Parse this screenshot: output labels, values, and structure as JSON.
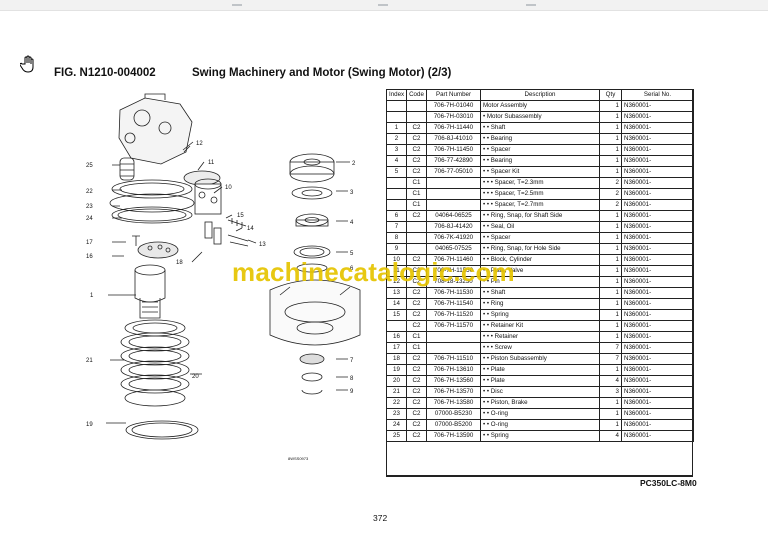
{
  "header": {
    "figure_number": "FIG. N1210-004002",
    "title": "Swing Machinery and Motor (Swing Motor) (2/3)"
  },
  "table": {
    "columns": [
      "Index",
      "Code",
      "Part Number",
      "Description",
      "Qty",
      "Serial No."
    ],
    "rows": [
      [
        "",
        "",
        "706-7H-01040",
        "Motor Assembly",
        "1",
        "N360001-"
      ],
      [
        "",
        "",
        "706-7H-03010",
        "• Motor Subassembly",
        "1",
        "N360001-"
      ],
      [
        "1",
        "C2",
        "706-7H-11440",
        "• • Shaft",
        "1",
        "N360001-"
      ],
      [
        "2",
        "C2",
        "706-8J-41010",
        "• • Bearing",
        "1",
        "N360001-"
      ],
      [
        "3",
        "C2",
        "706-7H-11450",
        "• • Spacer",
        "1",
        "N360001-"
      ],
      [
        "4",
        "C2",
        "706-77-42890",
        "• • Bearing",
        "1",
        "N360001-"
      ],
      [
        "5",
        "C2",
        "706-77-05010",
        "• • Spacer Kit",
        "1",
        "N360001-"
      ],
      [
        "",
        "C1",
        "",
        "• • • Spacer, T=2.3mm",
        "2",
        "N360001-"
      ],
      [
        "",
        "C1",
        "",
        "• • • Spacer, T=2.5mm",
        "2",
        "N360001-"
      ],
      [
        "",
        "C1",
        "",
        "• • • Spacer, T=2.7mm",
        "2",
        "N360001-"
      ],
      [
        "6",
        "C2",
        "04064-06525",
        "• • Ring, Snap, for Shaft Side",
        "1",
        "N360001-"
      ],
      [
        "7",
        "",
        "706-8J-41420",
        "• • Seal, Oil",
        "1",
        "N360001-"
      ],
      [
        "8",
        "",
        "706-7K-41920",
        "• • Spacer",
        "1",
        "N360001-"
      ],
      [
        "9",
        "",
        "04065-07525",
        "• • Ring, Snap, for Hole Side",
        "1",
        "N360001-"
      ],
      [
        "10",
        "C2",
        "706-7H-11460",
        "• • Block, Cylinder",
        "1",
        "N360001-"
      ],
      [
        "11",
        "C2",
        "706-7H-11550",
        "• • Plate, Valve",
        "1",
        "N360001-"
      ],
      [
        "12",
        "C2",
        "708-18-13230",
        "• • Pin",
        "1",
        "N360001-"
      ],
      [
        "13",
        "C2",
        "706-7H-11530",
        "• • Shaft",
        "1",
        "N360001-"
      ],
      [
        "14",
        "C2",
        "706-7H-11540",
        "• • Ring",
        "1",
        "N360001-"
      ],
      [
        "15",
        "C2",
        "706-7H-11520",
        "• • Spring",
        "1",
        "N360001-"
      ],
      [
        "",
        "C2",
        "706-7H-11570",
        "• • Retainer Kit",
        "1",
        "N360001-"
      ],
      [
        "16",
        "C1",
        "",
        "• • • Retainer",
        "1",
        "N360001-"
      ],
      [
        "17",
        "C1",
        "",
        "• • • Screw",
        "7",
        "N360001-"
      ],
      [
        "18",
        "C2",
        "706-7H-11510",
        "• • Piston Subassembly",
        "7",
        "N360001-"
      ],
      [
        "19",
        "C2",
        "706-7H-13610",
        "• • Plate",
        "1",
        "N360001-"
      ],
      [
        "20",
        "C2",
        "706-7H-13560",
        "• • Plate",
        "4",
        "N360001-"
      ],
      [
        "21",
        "C2",
        "706-7H-13570",
        "• • Disc",
        "3",
        "N360001-"
      ],
      [
        "22",
        "C2",
        "706-7H-13580",
        "• • Piston, Brake",
        "1",
        "N360001-"
      ],
      [
        "23",
        "C2",
        "07000-B5230",
        "• • O-ring",
        "1",
        "N360001-"
      ],
      [
        "24",
        "C2",
        "07000-B5200",
        "• • O-ring",
        "1",
        "N360001-"
      ],
      [
        "25",
        "C2",
        "706-7H-13590",
        "• • Spring",
        "4",
        "N360001-"
      ]
    ]
  },
  "diagram": {
    "callouts": [
      "25",
      "22",
      "23",
      "24",
      "17",
      "16",
      "1",
      "21",
      "19",
      "12",
      "11",
      "10",
      "15",
      "14",
      "13",
      "18",
      "20",
      "2",
      "3",
      "4",
      "5",
      "6",
      "7",
      "8",
      "9"
    ],
    "figure_code": "8WSS0973"
  },
  "footer": {
    "model": "PC350LC-8M0",
    "page_number": "372"
  },
  "watermark": "machinecatalogic.com",
  "icons": {
    "cursor": "hand-cursor-icon"
  }
}
